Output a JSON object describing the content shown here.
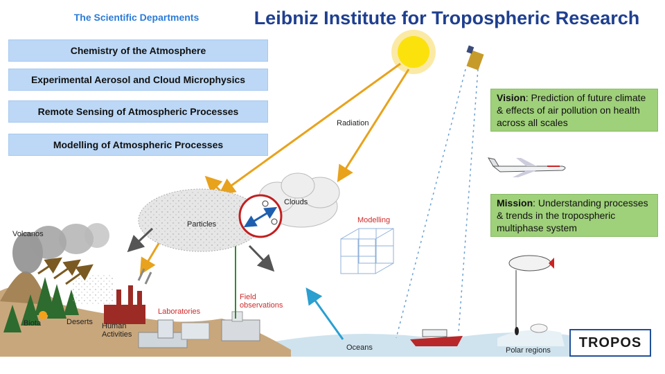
{
  "header": {
    "departments_title": "The Scientific Departments",
    "main_title": "Leibniz Institute for Tropospheric Research"
  },
  "departments": [
    {
      "label": "Chemistry of the Atmosphere"
    },
    {
      "label": "Experimental Aerosol and Cloud Microphysics"
    },
    {
      "label": "Remote Sensing of Atmospheric Processes"
    },
    {
      "label": "Modelling of Atmospheric Processes"
    }
  ],
  "vision": {
    "title": "Vision",
    "text": ":  Prediction of future climate & effects of air pollution on health across all scales"
  },
  "mission": {
    "title": "Mission",
    "text": ": Understanding processes & trends in the tropospheric multiphase system"
  },
  "labels": {
    "radiation": "Radiation",
    "clouds": "Clouds",
    "particles": "Particles",
    "modelling": "Modelling",
    "volcanos": "Volcanos",
    "biota": "Biota",
    "deserts": "Deserts",
    "human_activities": "Human Activities",
    "laboratories": "Laboratories",
    "field_observations": "Field observations",
    "oceans": "Oceans",
    "polar_regions": "Polar regions"
  },
  "logo": {
    "text": "TROPOS"
  },
  "colors": {
    "title_blue": "#1f3f8f",
    "header_blue": "#2a7bd8",
    "dept_box": "#bcd8f6",
    "green_box": "#9fd07a",
    "arrow_orange": "#e8a21c",
    "arrow_blue": "#1f5fb0",
    "arrow_teal": "#2a9fd0",
    "ground": "#c9a77c",
    "ocean": "#cfe3ee",
    "accent_red": "#d02a2a"
  }
}
